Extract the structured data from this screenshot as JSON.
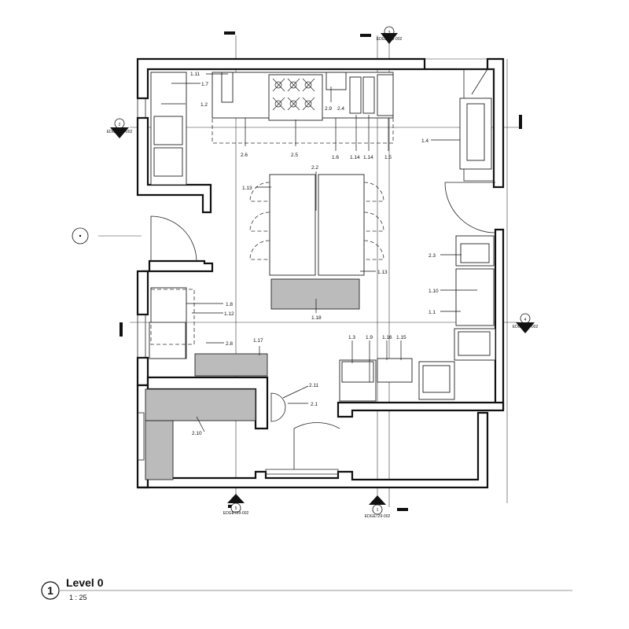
{
  "view_title": "Level 0",
  "view_number": "1",
  "view_scale": "1 : 25",
  "sections": [
    {
      "number": "3",
      "ref": "EDGE729-002"
    },
    {
      "number": "2",
      "ref": "EDGE729-002"
    },
    {
      "number": "4",
      "ref": "EDGE729-002"
    },
    {
      "number": "5",
      "ref": "EDGE729-002"
    },
    {
      "number": "1",
      "ref": "EDGE729-002"
    }
  ],
  "tags": [
    "1.11",
    "1.7",
    "1.2",
    "2.6",
    "2.5",
    "2.9",
    "2.4",
    "1.6",
    "1.14",
    "1.14",
    "1.5",
    "1.4",
    "2.2",
    "1.13",
    "1.13",
    "2.3",
    "1.10",
    "1.1",
    "1.8",
    "1.12",
    "1.18",
    "2.8",
    "1.17",
    "1.3",
    "1.9",
    "1.16",
    "1.15",
    "2.11",
    "2.1",
    "2.10"
  ]
}
